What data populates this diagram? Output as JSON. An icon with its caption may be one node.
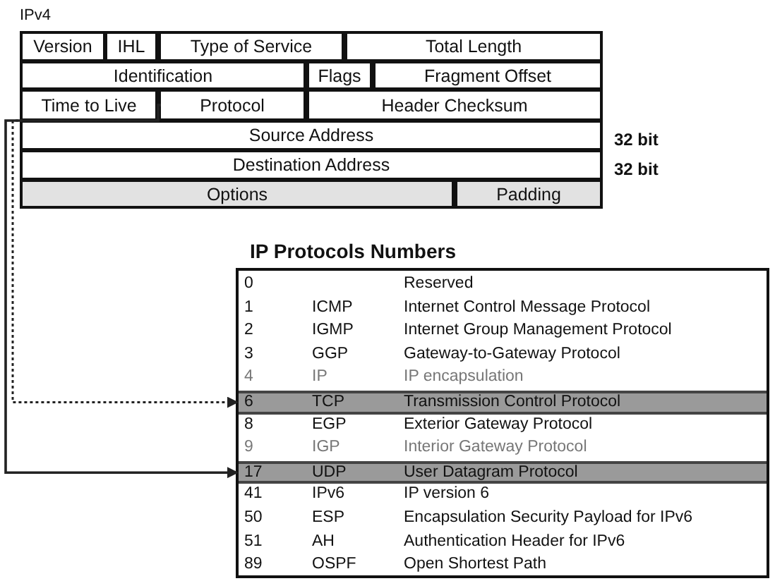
{
  "diagram": {
    "nodes": [
      {
        "text": [
          "IPv4"
        ]
      },
      {
        "text": [
          "Version"
        ],
        "in": 0
      },
      {
        "text": [
          "IHL"
        ],
        "in": 0
      },
      {
        "text": [
          "Type of Service"
        ],
        "in": 0
      },
      {
        "text": [
          "Total Length"
        ],
        "in": 0
      },
      {
        "text": [
          "Identification"
        ],
        "in": 0
      },
      {
        "text": [
          "Flags"
        ],
        "in": 0
      },
      {
        "text": [
          "Fragment Offset"
        ],
        "in": 0
      },
      {
        "text": [
          "Time to Live"
        ],
        "in": 0
      },
      {
        "text": [
          "Protocol"
        ],
        "in": 0
      },
      {
        "text": [
          "Header Checksum"
        ],
        "in": 0
      },
      {
        "text": [
          "Source Address"
        ],
        "in": 0,
        "beside": [
          "32 bit"
        ]
      },
      {
        "text": [
          "Destination Address"
        ],
        "in": 0,
        "beside": [
          "32 bit"
        ]
      },
      {
        "text": [
          "Options"
        ],
        "in": 0
      },
      {
        "text": [
          "Padding"
        ],
        "in": 0
      },
      {
        "text": [
          "IP Protocols Numbers"
        ]
      },
      {
        "text": [
          "0",
          "Reserved"
        ],
        "in": 15
      },
      {
        "text": [
          "1",
          "ICMP",
          "Internet Control Message Protocol"
        ],
        "in": 15
      },
      {
        "text": [
          "2",
          "IGMP",
          "Internet Group Management Protocol"
        ],
        "in": 15
      },
      {
        "text": [
          "3",
          "GGP",
          "Gateway-to-Gateway Protocol"
        ],
        "in": 15
      },
      {
        "text": [
          "4",
          "IP",
          "IP encapsulation"
        ],
        "in": 15
      },
      {
        "text": [
          "6",
          "TCP",
          "Transmission Control Protocol"
        ],
        "in": 15
      },
      {
        "text": [
          "8",
          "EGP",
          "Exterior Gateway Protocol"
        ],
        "in": 15
      },
      {
        "text": [
          "9",
          "IGP",
          "Interior Gateway Protocol"
        ],
        "in": 15
      },
      {
        "text": [
          "17",
          "UDP",
          "User Datagram Protocol"
        ],
        "in": 15
      },
      {
        "text": [
          "41",
          "IPv6",
          "IP version 6"
        ],
        "in": 15
      },
      {
        "text": [
          "50",
          "ESP",
          "Encapsulation Security Payload for IPv6"
        ],
        "in": 15
      },
      {
        "text": [
          "51",
          "AH",
          "Authentication Header for IPv6"
        ],
        "in": 15
      },
      {
        "text": [
          "89",
          "OSPF",
          "Open Shortest Path"
        ],
        "in": 15
      }
    ],
    "edges": [
      {
        "from": 9,
        "to": 21,
        "arrow": "to",
        "style": "dashed"
      },
      {
        "from": 9,
        "to": 24,
        "arrow": "to"
      }
    ]
  }
}
